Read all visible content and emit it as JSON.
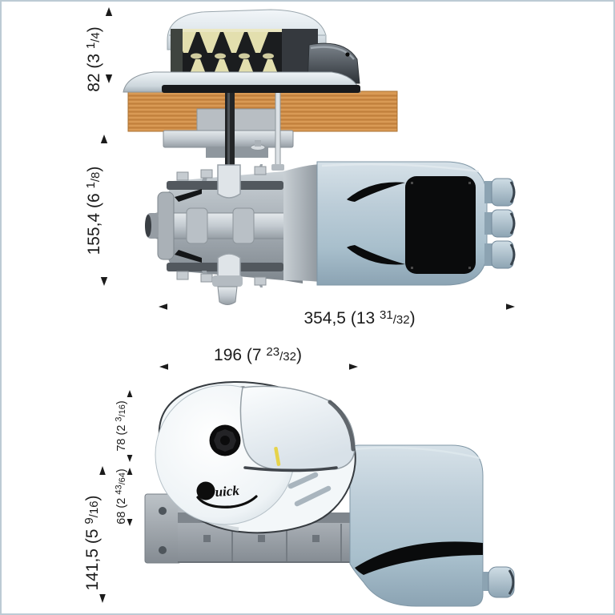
{
  "brand": {
    "name": "Quick",
    "wordmark_rest": "uick"
  },
  "colors": {
    "ink": "#1b1b1b",
    "wood": "#d99a55",
    "wood-stripe": "#c17f3c",
    "motor-blue": "#b3c6d2",
    "steel-gray": "#9aa2a9",
    "drum-khaki": "#e3dfae",
    "panel-black": "#0a0b0c",
    "canvas-border": "#bccbd4"
  },
  "dimensions": {
    "above_deck_height": {
      "pre": "82 (3 ",
      "num": "1",
      "den": "/4",
      "post": ")"
    },
    "below_deck_height": {
      "pre": "155,4 (6 ",
      "num": "1",
      "den": "/8",
      "post": ")"
    },
    "overall_length": {
      "pre": "354,5 (13 ",
      "num": "31",
      "den": "/32",
      "post": ")"
    },
    "front_width": {
      "pre": "196 (7 ",
      "num": "23",
      "den": "/32",
      "post": ")"
    },
    "hex_to_top_height": {
      "pre": "78 (2 ",
      "num": "3",
      "den": "/16",
      "post": ")"
    },
    "hex_to_base_height": {
      "pre": "68 (2 ",
      "num": "43",
      "den": "/64",
      "post": ")"
    },
    "front_total_height": {
      "pre": "141,5 (5 ",
      "num": "9",
      "den": "/16",
      "post": ")"
    }
  }
}
